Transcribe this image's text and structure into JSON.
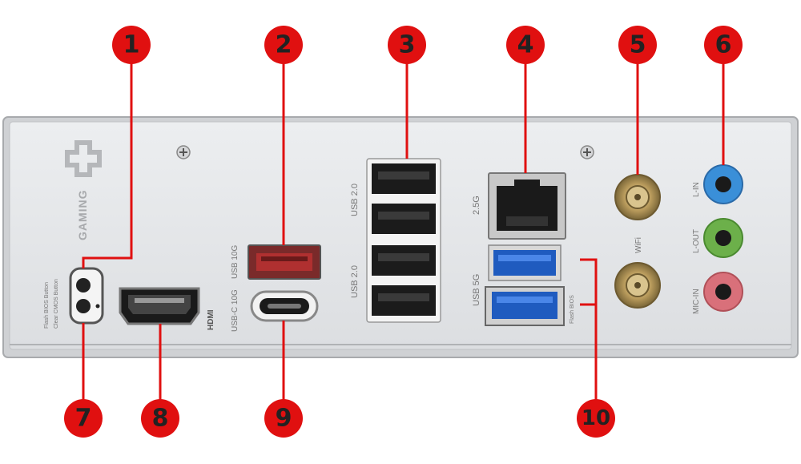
{
  "callouts": {
    "c1": "1",
    "c2": "2",
    "c3": "3",
    "c4": "4",
    "c5": "5",
    "c6": "6",
    "c7": "7",
    "c8": "8",
    "c9": "9",
    "c10": "10"
  },
  "labels": {
    "gaming": "GAMING",
    "flash_bios": "Flash BIOS Button",
    "clear_cmos": "Clear CMOS Button",
    "hdmi": "HDMI",
    "usb_10g": "USB 10G",
    "usbc_10g": "USB-C 10G",
    "usb20_top": "USB 2.0",
    "usb20_bottom": "USB 2.0",
    "lan_25g": "2.5G",
    "usb_5g": "USB 5G",
    "flash_bios_port": "Flash BIOS",
    "wifi": "WiFi",
    "line_in": "L-IN",
    "line_out": "L-OUT",
    "mic_in": "MIC-IN"
  },
  "colors": {
    "callout": "#e01010",
    "callout_line": "#e01010",
    "panel": "#e3e4e6",
    "usb3_blue": "#2b6fd6",
    "usb_red": "#b03030",
    "audio_blue": "#3a8fd8",
    "audio_green": "#6cb04a",
    "audio_pink": "#d9707a",
    "gold": "#b89a5a"
  }
}
